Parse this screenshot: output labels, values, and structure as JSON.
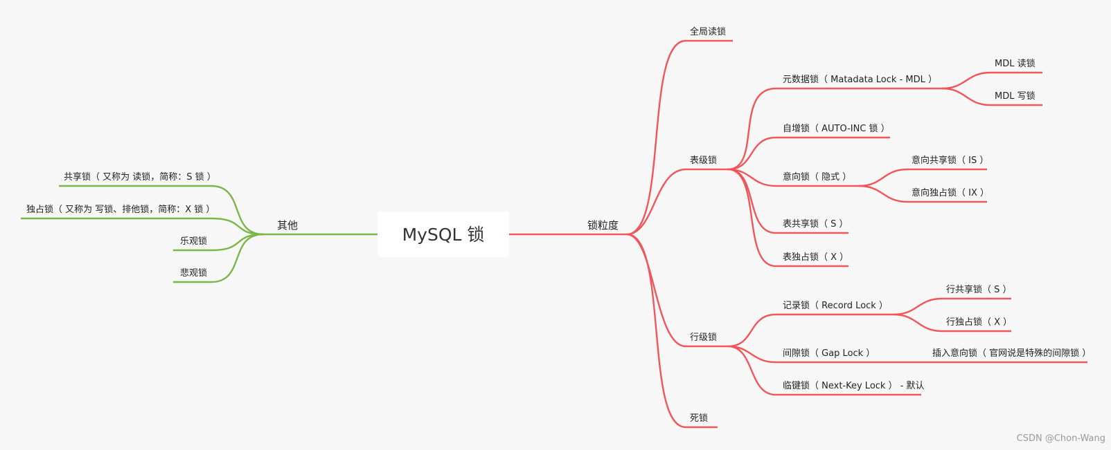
{
  "colors": {
    "red_branch": "#f0555a",
    "green_branch": "#7ab648",
    "background": "#f7f7f7"
  },
  "mindmap": {
    "root": "MySQL 锁",
    "granularity": {
      "label": "锁粒度",
      "global_lock": "全局读锁",
      "table_level": {
        "label": "表级锁",
        "metadata_lock": {
          "label": "元数据锁（ Matadata Lock - MDL ）",
          "mdl_read": "MDL 读锁",
          "mdl_write": "MDL 写锁"
        },
        "auto_inc": "自增锁（ AUTO-INC 锁 ）",
        "intention": {
          "label": "意向锁（ 隐式 ）",
          "is": "意向共享锁（ IS ）",
          "ix": "意向独占锁（ IX ）"
        },
        "table_shared": "表共享锁（ S ）",
        "table_exclusive": "表独占锁（ X ）"
      },
      "row_level": {
        "label": "行级锁",
        "record_lock": {
          "label": "记录锁（ Record Lock ）",
          "row_shared": "行共享锁（ S ）",
          "row_exclusive": "行独占锁（ X ）"
        },
        "gap_lock": {
          "label": "间隙锁（ Gap Lock ）",
          "insert_intention": "插入意向锁（ 官网说是特殊的间隙锁 ）"
        },
        "next_key": "临键锁（ Next-Key Lock ） - 默认"
      },
      "deadlock": "死锁"
    },
    "other": {
      "label": "其他",
      "shared": "共享锁（ 又称为 读锁，简称：S 锁 ）",
      "exclusive": "独占锁（ 又称为 写锁、排他锁，简称：X 锁 ）",
      "optimistic": "乐观锁",
      "pessimistic": "悲观锁"
    }
  },
  "watermark": "CSDN @Chon-Wang"
}
